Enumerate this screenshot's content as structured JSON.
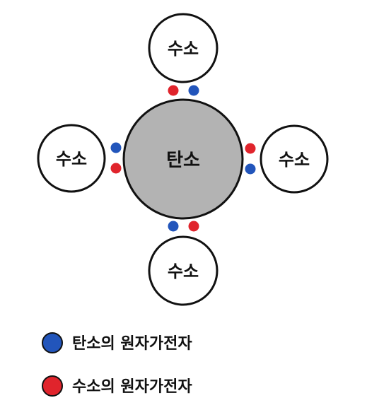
{
  "atoms": {
    "center": {
      "label": "탄소",
      "fill": "#b3b3b3"
    },
    "top": {
      "label": "수소",
      "fill": "#ffffff"
    },
    "left": {
      "label": "수소",
      "fill": "#ffffff"
    },
    "right": {
      "label": "수소",
      "fill": "#ffffff"
    },
    "bottom": {
      "label": "수소",
      "fill": "#ffffff"
    }
  },
  "colors": {
    "carbon_electron": "#2255bb",
    "hydrogen_electron": "#e0242c",
    "outline": "#111111"
  },
  "legend": {
    "carbon": {
      "label": "탄소의 원자가전자",
      "color": "#2255bb"
    },
    "hydrogen": {
      "label": "수소의 원자가전자",
      "color": "#e0242c"
    }
  }
}
